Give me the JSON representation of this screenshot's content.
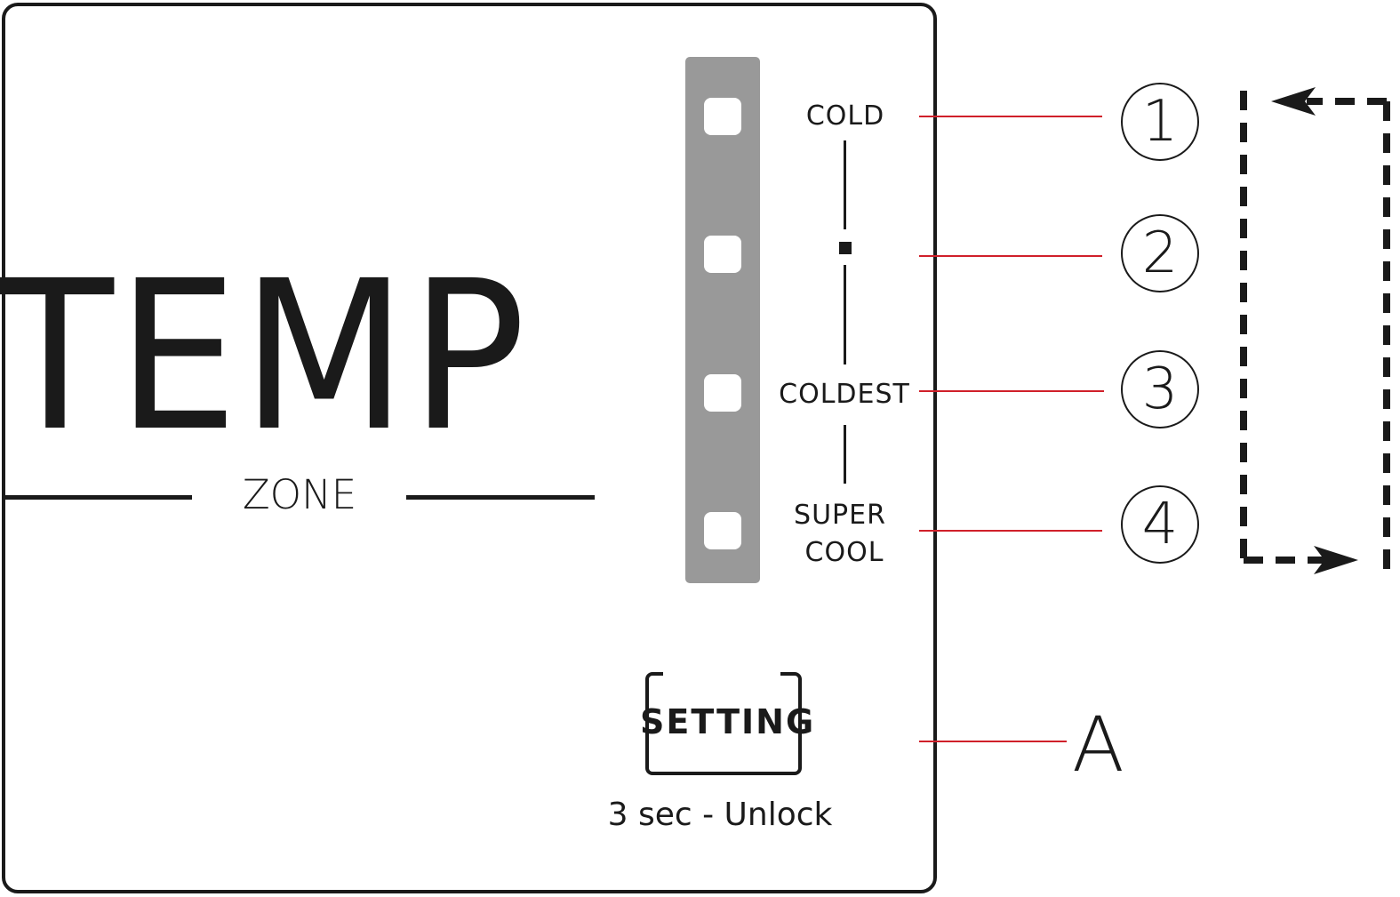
{
  "panel": {
    "title": "TEMP",
    "subtitle": "ZONE"
  },
  "modes": [
    {
      "label": "COLD",
      "callout": "1"
    },
    {
      "label": "",
      "callout": "2"
    },
    {
      "label": "COLDEST",
      "callout": "3"
    },
    {
      "label_line1": "SUPER",
      "label_line2": "COOL",
      "callout": "4"
    }
  ],
  "setting": {
    "button_label": "SETTING",
    "hint": "3 sec - Unlock",
    "callout": "A"
  },
  "colors": {
    "leader_line": "#d0202a",
    "led_strip": "#999999",
    "ink": "#1a1a1a"
  },
  "icons": {
    "cycle": "dashed-cycle-arrow-icon"
  }
}
